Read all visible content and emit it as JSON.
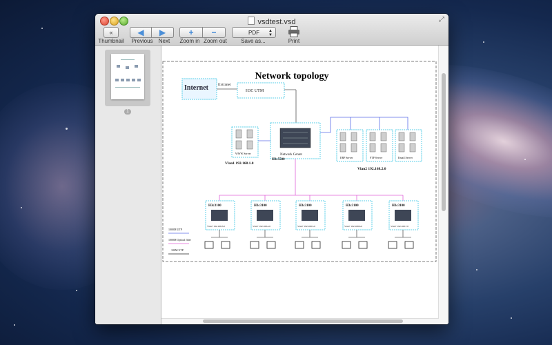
{
  "window": {
    "title": "vsdtest.vsd"
  },
  "toolbar": {
    "thumbnail_label": "Thumbnail",
    "previous_label": "Previous",
    "next_label": "Next",
    "zoom_in_label": "Zoom in",
    "zoom_out_label": "Zoom out",
    "format_value": "PDF",
    "save_as_label": "Save as...",
    "print_label": "Print"
  },
  "sidebar": {
    "page_number": "1"
  },
  "diagram": {
    "title": "Network topology",
    "internet_label": "Internet",
    "extranet_label": "Extranet",
    "utm_label": "H3C UTM",
    "www_label": "WWW Server",
    "network_center_label": "Network Center",
    "core_switch_label": "H3c5500",
    "vlan1_label": "Vlan1 192.168.1.0",
    "vlan2_label": "Vlan2 192.168.2.0",
    "erp_label": "ERP Server",
    "ftp_label": "FTP Server",
    "email_label": "Email Server",
    "switches": [
      {
        "name": "H3c3100",
        "vlan": "Vlan7 192.168.3.0"
      },
      {
        "name": "H3c3100",
        "vlan": "Vlan7 192.168.4.0"
      },
      {
        "name": "H3c3100",
        "vlan": "Vlan7 192.168.5.0"
      },
      {
        "name": "H3c3100",
        "vlan": "Vlan7 192.168.6.0"
      },
      {
        "name": "H3c3100",
        "vlan": "Vlan7 192.168.7.0"
      }
    ],
    "legend": [
      "1000M UTP",
      "1000M Optical fiber",
      "100M UTP"
    ],
    "colors": {
      "utp_1000": "#5b6ee8",
      "fiber": "#e060d8",
      "utp_100": "#222222",
      "dashed": "#5fd0e8"
    }
  }
}
